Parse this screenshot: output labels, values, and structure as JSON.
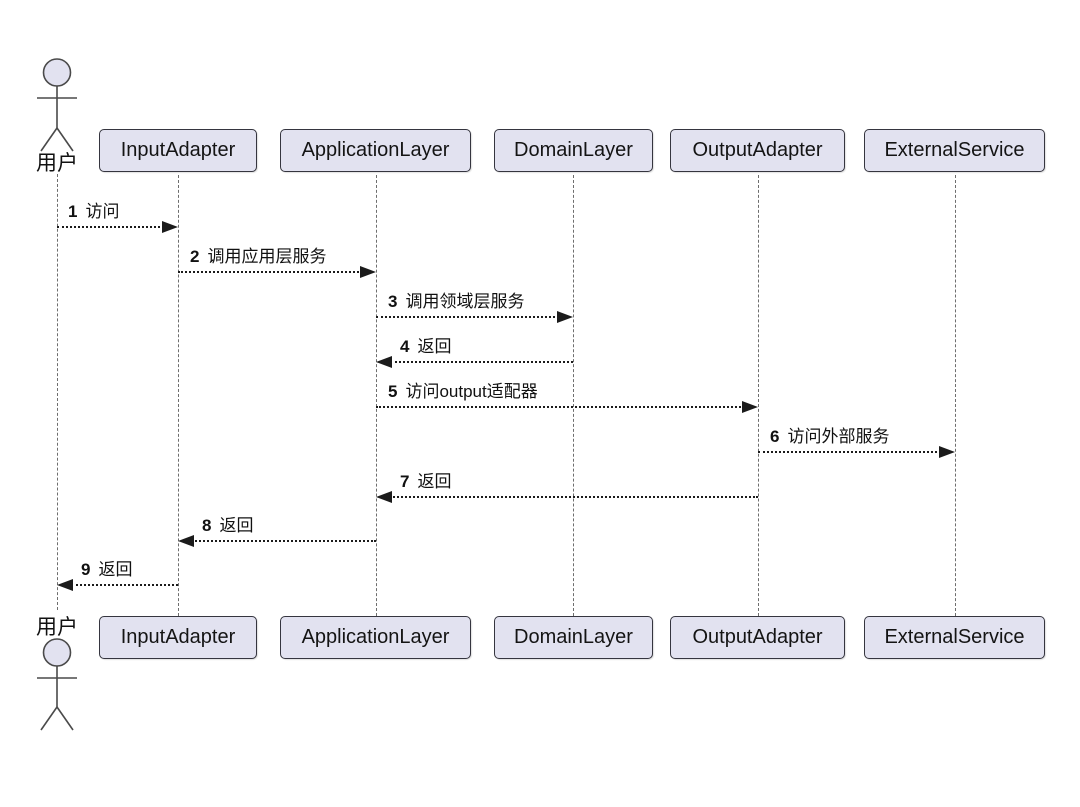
{
  "diagram": {
    "kind": "uml-sequence-diagram",
    "background_color": "#ffffff",
    "colors": {
      "participant_fill": "#e2e2f0",
      "participant_border": "#35353f",
      "lifeline": "#6e6e6e",
      "message": "#1b1b1b",
      "text": "#111111"
    },
    "actor": {
      "top_label": "用户",
      "bottom_label": "用户"
    },
    "participants": [
      {
        "name": "InputAdapter"
      },
      {
        "name": "ApplicationLayer"
      },
      {
        "name": "DomainLayer"
      },
      {
        "name": "OutputAdapter"
      },
      {
        "name": "ExternalService"
      }
    ],
    "messages": [
      {
        "seq": "1",
        "text": "访问",
        "from": "用户",
        "to": "InputAdapter",
        "direction": "right"
      },
      {
        "seq": "2",
        "text": "调用应用层服务",
        "from": "InputAdapter",
        "to": "ApplicationLayer",
        "direction": "right"
      },
      {
        "seq": "3",
        "text": "调用领域层服务",
        "from": "ApplicationLayer",
        "to": "DomainLayer",
        "direction": "right"
      },
      {
        "seq": "4",
        "text": "返回",
        "from": "DomainLayer",
        "to": "ApplicationLayer",
        "direction": "left"
      },
      {
        "seq": "5",
        "text": "访问output适配器",
        "from": "ApplicationLayer",
        "to": "OutputAdapter",
        "direction": "right"
      },
      {
        "seq": "6",
        "text": "访问外部服务",
        "from": "OutputAdapter",
        "to": "ExternalService",
        "direction": "right"
      },
      {
        "seq": "7",
        "text": "返回",
        "from": "OutputAdapter",
        "to": "ApplicationLayer",
        "direction": "left"
      },
      {
        "seq": "8",
        "text": "返回",
        "from": "ApplicationLayer",
        "to": "InputAdapter",
        "direction": "left"
      },
      {
        "seq": "9",
        "text": "返回",
        "from": "InputAdapter",
        "to": "用户",
        "direction": "left"
      }
    ]
  }
}
